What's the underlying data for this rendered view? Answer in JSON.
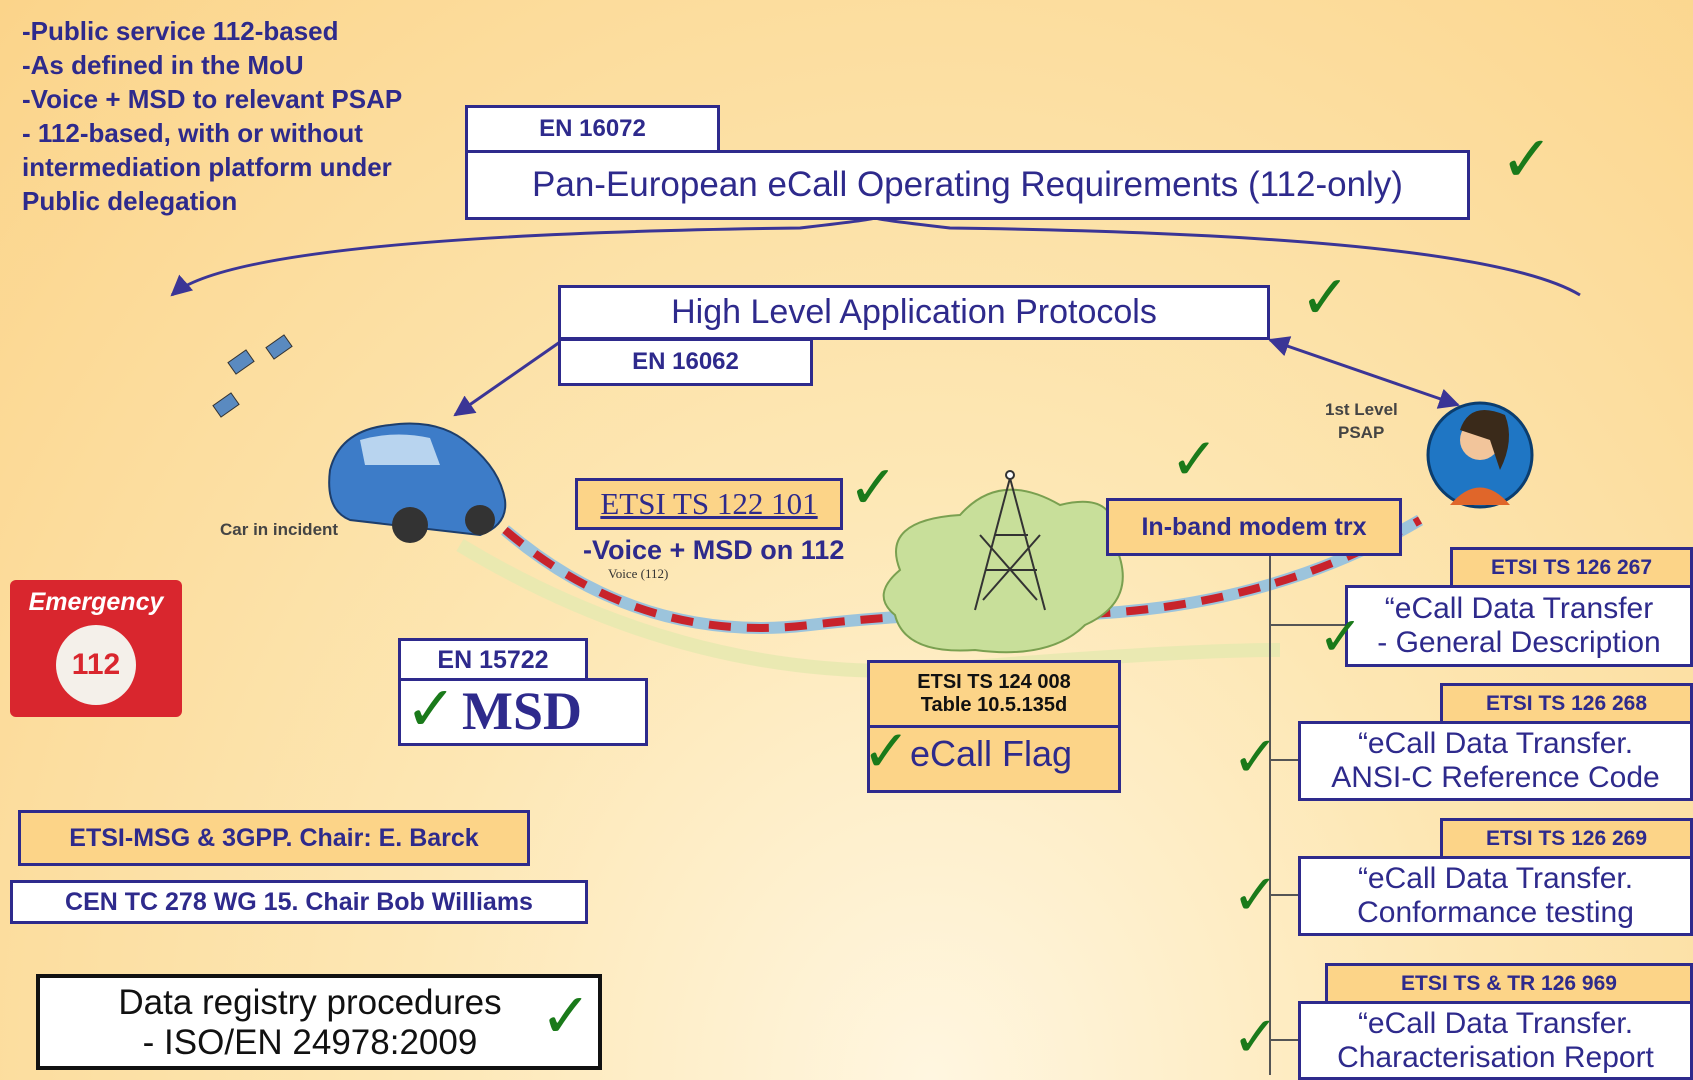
{
  "notes": [
    "-Public service 112-based",
    "-As defined in the MoU",
    "-Voice + MSD to relevant PSAP",
    "- 112-based, with or without",
    "intermediation platform under",
    "Public delegation"
  ],
  "standards": {
    "en16072": {
      "code": "EN 16072",
      "title": "Pan-European eCall Operating Requirements (112-only)"
    },
    "en16062": {
      "code": "EN 16062",
      "title": "High Level Application Protocols"
    },
    "ets122101": {
      "code": "ETSI TS 122 101",
      "sub": "-Voice + MSD on 112",
      "small": "Voice (112)"
    },
    "en15722": {
      "code": "EN 15722",
      "title": "MSD"
    },
    "ets124008": {
      "code_line1": "ETSI TS 124 008",
      "code_line2": "Table 10.5.135d",
      "title": "eCall Flag"
    },
    "inband": {
      "title": "In-band modem trx"
    },
    "ts126267": {
      "code": "ETSI TS 126 267",
      "line1": "“eCall Data Transfer",
      "line2": "- General Description"
    },
    "ts126268": {
      "code": "ETSI TS 126 268",
      "line1": "“eCall Data Transfer.",
      "line2": "ANSI-C Reference Code"
    },
    "ts126269": {
      "code": "ETSI TS 126 269",
      "line1": "“eCall Data Transfer.",
      "line2": "Conformance testing"
    },
    "ts126969": {
      "code": "ETSI TS & TR 126 969",
      "line1": "“eCall Data Transfer.",
      "line2": "Characterisation Report"
    }
  },
  "chairs": {
    "etsi": "ETSI-MSG & 3GPP. Chair: E. Barck",
    "cen": "CEN TC 278 WG 15. Chair Bob Williams"
  },
  "registry": {
    "line1": "Data registry procedures",
    "line2": "- ISO/EN 24978:2009"
  },
  "captions": {
    "car": "Car in incident",
    "psap_line1": "1st Level",
    "psap_line2": "PSAP"
  },
  "emergency": {
    "title": "Emergency",
    "number": "112"
  },
  "check_glyph": "✓",
  "colors": {
    "accent": "#2e2a8c",
    "orange_box": "#fcd488",
    "check": "#1a7a1a",
    "emergency": "#d9262e"
  }
}
